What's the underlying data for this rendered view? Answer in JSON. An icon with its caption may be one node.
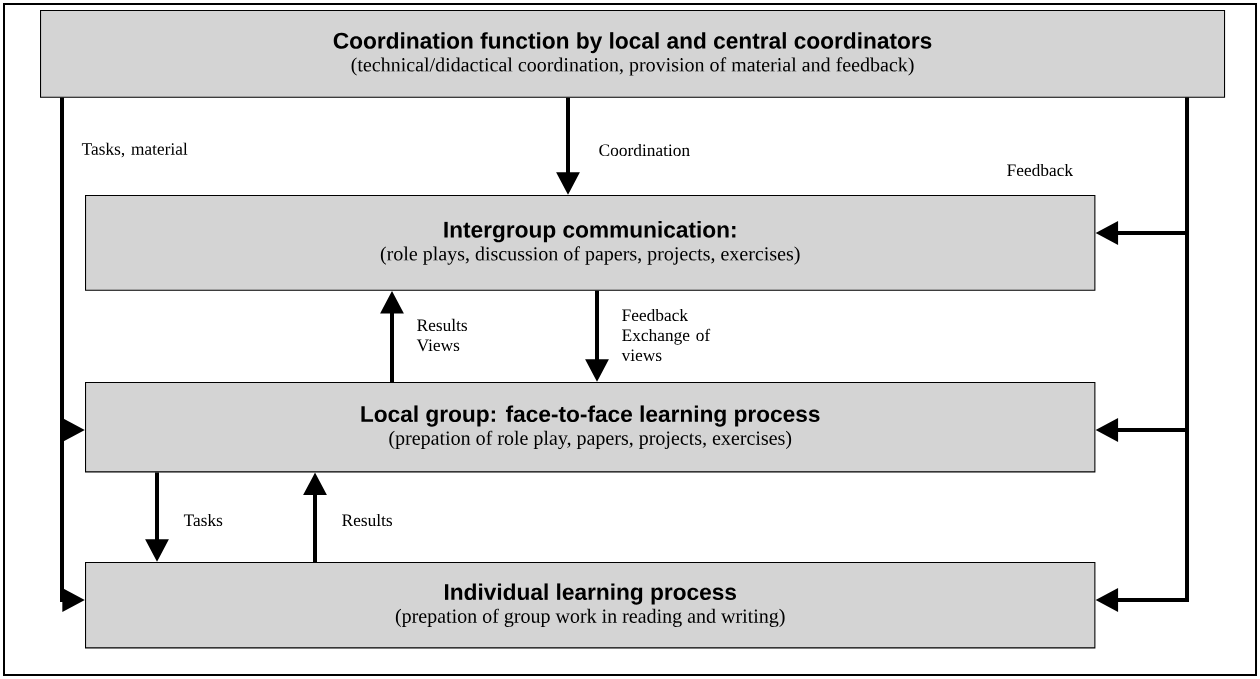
{
  "diagram": {
    "nodes": [
      {
        "text": [
          "Coordination function by local and central coordinators",
          "(technical/didactical coordination, provision of material and feedback)"
        ]
      },
      {
        "text": [
          "Intergroup communication:",
          "(role plays, discussion of papers, projects, exercises)"
        ]
      },
      {
        "text": [
          "Local group: face-to-face learning process",
          "(prepation of role play, papers, projects, exercises)"
        ]
      },
      {
        "text": [
          "Individual learning process",
          "(prepation of group work in reading and writing)"
        ]
      }
    ],
    "edges": [
      {
        "from": 0,
        "to": 1,
        "arrow": "to",
        "label": "Coordination"
      },
      {
        "from": 0,
        "to": 2,
        "arrow": "to",
        "label": "Tasks, material"
      },
      {
        "from": 0,
        "to": 3,
        "arrow": "to"
      },
      {
        "from": 0,
        "to": 1,
        "arrow": "to",
        "label": "Feedback"
      },
      {
        "from": 0,
        "to": 2,
        "arrow": "to"
      },
      {
        "from": 0,
        "to": 3,
        "arrow": "to"
      },
      {
        "from": 2,
        "to": 1,
        "arrow": "to",
        "label": "Results Views"
      },
      {
        "from": 1,
        "to": 2,
        "arrow": "to",
        "label": "Feedback Exchange of views"
      },
      {
        "from": 2,
        "to": 3,
        "arrow": "to",
        "label": "Tasks"
      },
      {
        "from": 3,
        "to": 2,
        "arrow": "to",
        "label": "Results"
      }
    ]
  }
}
